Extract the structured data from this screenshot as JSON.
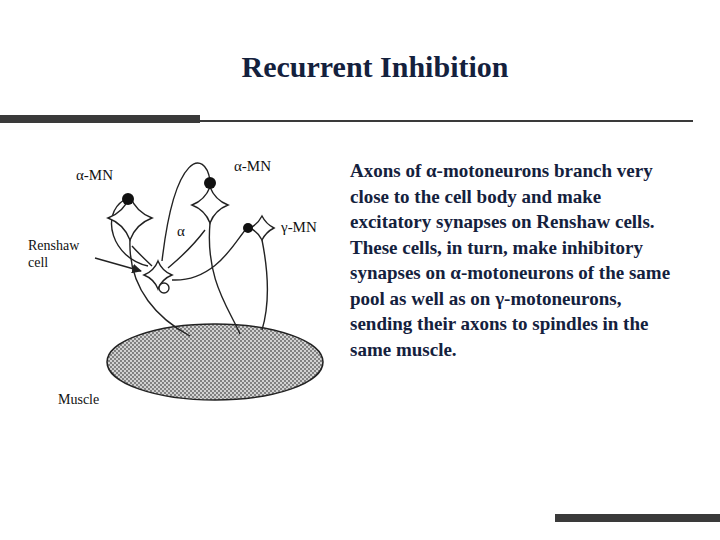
{
  "diagram": {
    "title": "Recurrent Inhibition",
    "labels": [
      "α-MN",
      "α-MN",
      "γ-MN",
      "α",
      "Renshaw cell",
      "Muscle",
      "Axons of α-motoneurons branch very close to the cell body and make excitatory synapses on Renshaw cells. These cells, in turn, make inhibitory synapses on α-motoneurons of the same pool as well as on γ-motoneurons, sending their axons to spindles in the same muscle."
    ]
  }
}
